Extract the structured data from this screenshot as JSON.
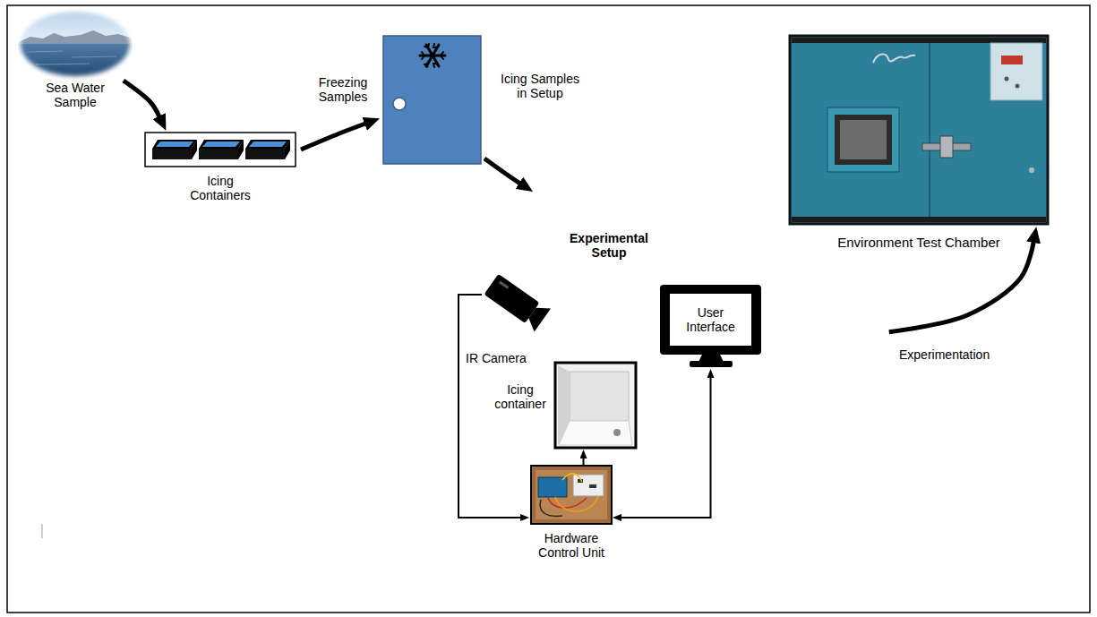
{
  "diagram": {
    "nodes": [
      {
        "text": [
          "Sea Water Sample"
        ]
      },
      {
        "text": [
          "Icing Containers"
        ]
      },
      {
        "text": []
      },
      {
        "text": [
          "Experimental Setup"
        ]
      },
      {
        "text": [
          "IR Camera"
        ],
        "in": 3
      },
      {
        "text": [
          "User Interface"
        ],
        "in": 3
      },
      {
        "text": [
          "Icing container"
        ],
        "in": 3
      },
      {
        "text": [
          "Hardware Control Unit"
        ],
        "in": 3
      },
      {
        "text": [
          "Environment Test Chamber"
        ]
      }
    ],
    "edges": [
      {
        "from": 0,
        "to": 1,
        "arrow": "to"
      },
      {
        "from": 1,
        "to": 2,
        "label": "Freezing Samples",
        "arrow": "to"
      },
      {
        "from": 2,
        "to": 3,
        "label": "Icing Samples in Setup",
        "arrow": "to"
      },
      {
        "from": 3,
        "to": 8,
        "label": "Experimentation",
        "arrow": "to"
      },
      {
        "from": 4,
        "to": 7,
        "arrow": "to"
      },
      {
        "from": 7,
        "to": 6,
        "arrow": "to"
      },
      {
        "from": 7,
        "to": 5,
        "arrow": "both"
      }
    ]
  }
}
